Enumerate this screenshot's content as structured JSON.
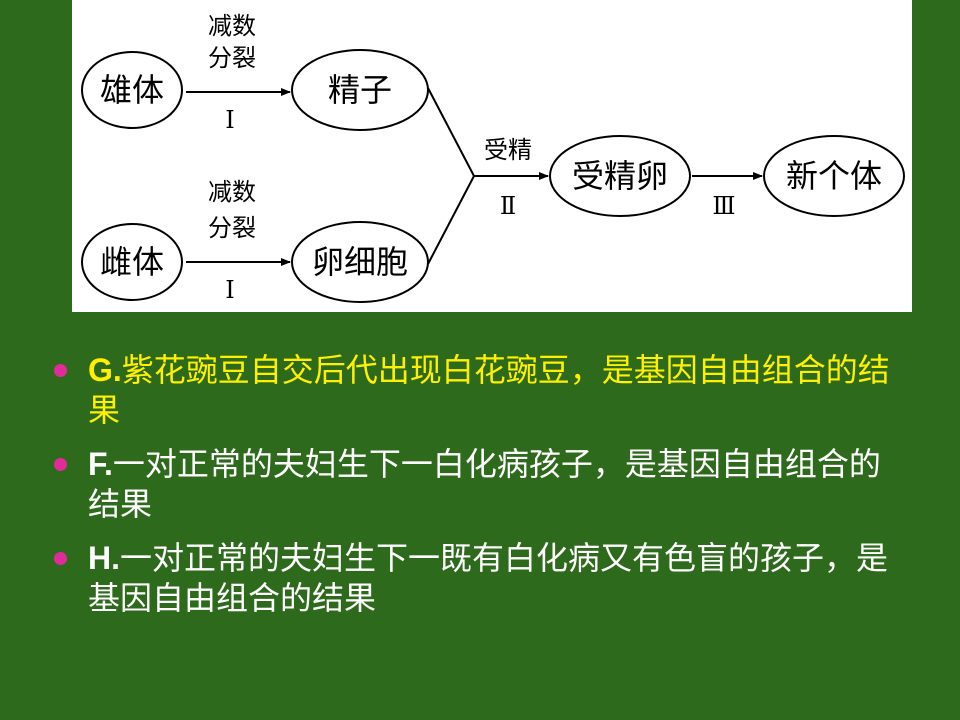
{
  "diagram": {
    "nodes": {
      "male": "雄体",
      "female": "雌体",
      "sperm": "精子",
      "egg": "卵细胞",
      "zygote": "受精卵",
      "offspring": "新个体"
    },
    "edges": {
      "male_to_sperm": {
        "label_line1": "减数",
        "label_line2": "分裂",
        "roman": "Ⅰ"
      },
      "female_to_egg": {
        "label_line1": "减数",
        "label_line2": "分裂",
        "roman": "Ⅰ"
      },
      "fertilization": {
        "label": "受精",
        "roman": "Ⅱ"
      },
      "development": {
        "roman": "Ⅲ"
      }
    }
  },
  "statements": [
    {
      "label": "G.",
      "text": "紫花豌豆自交后代出现白花豌豆，是基因自由组合的结果",
      "highlight": true
    },
    {
      "label": "F.",
      "text": "一对正常的夫妇生下一白化病孩子，是基因自由组合的结果",
      "highlight": false
    },
    {
      "label": "H.",
      "text": "一对正常的夫妇生下一既有白化病又有色盲的孩子，是基因自由组合的结果",
      "highlight": false
    }
  ],
  "colors": {
    "background": "#2e6a1c",
    "panel": "#ffffff",
    "bullet": "#e22b9a",
    "highlight_text": "#fff000",
    "normal_text": "#ffffff"
  }
}
